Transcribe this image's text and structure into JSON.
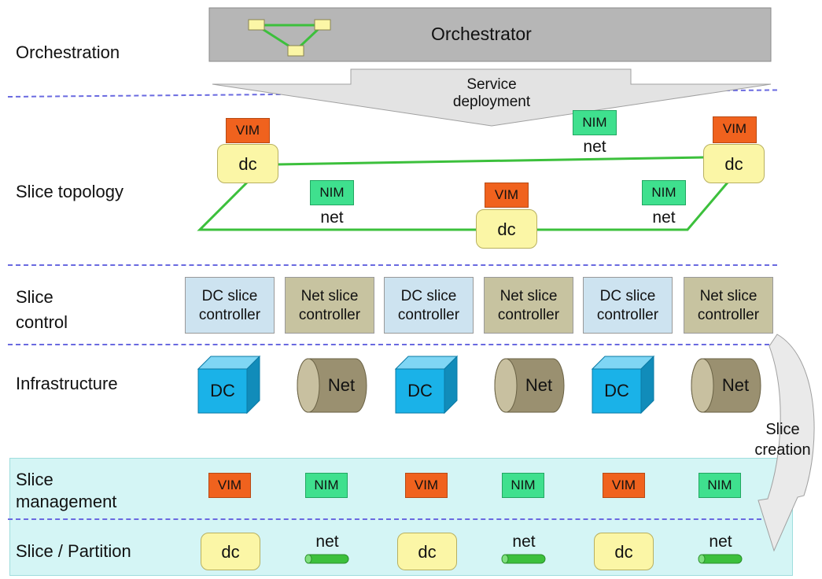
{
  "layers": {
    "orchestration": "Orchestration",
    "slice_topology": "Slice topology",
    "slice_control_1": "Slice",
    "slice_control_2": "control",
    "infrastructure": "Infrastructure",
    "slice_management_1": "Slice",
    "slice_management_2": "management",
    "slice_partition": "Slice / Partition"
  },
  "orchestrator": {
    "label": "Orchestrator"
  },
  "service_deployment": {
    "line1": "Service",
    "line2": "deployment"
  },
  "topology": {
    "vim": "VIM",
    "nim": "NIM",
    "dc": "dc",
    "net": "net"
  },
  "controllers": [
    {
      "line1": "DC slice",
      "line2": "controller",
      "kind": "dc"
    },
    {
      "line1": "Net slice",
      "line2": "controller",
      "kind": "net"
    },
    {
      "line1": "DC slice",
      "line2": "controller",
      "kind": "dc"
    },
    {
      "line1": "Net slice",
      "line2": "controller",
      "kind": "net"
    },
    {
      "line1": "DC slice",
      "line2": "controller",
      "kind": "dc"
    },
    {
      "line1": "Net slice",
      "line2": "controller",
      "kind": "net"
    }
  ],
  "infrastructure_items": [
    "DC",
    "Net",
    "DC",
    "Net",
    "DC",
    "Net"
  ],
  "slice_creation": {
    "line1": "Slice",
    "line2": "creation"
  },
  "management_items": [
    "VIM",
    "NIM",
    "VIM",
    "NIM",
    "VIM",
    "NIM"
  ],
  "partition_items": [
    "dc",
    "net",
    "dc",
    "net",
    "dc",
    "net"
  ],
  "colors": {
    "vim": "#f0621e",
    "nim": "#3fe08e",
    "dc_box": "#fbf6a6",
    "dc_cube": "#1ab2e8",
    "net_cylinder": "#9a9070",
    "link": "#3cc03c",
    "bottom_band": "#d4f5f5"
  }
}
